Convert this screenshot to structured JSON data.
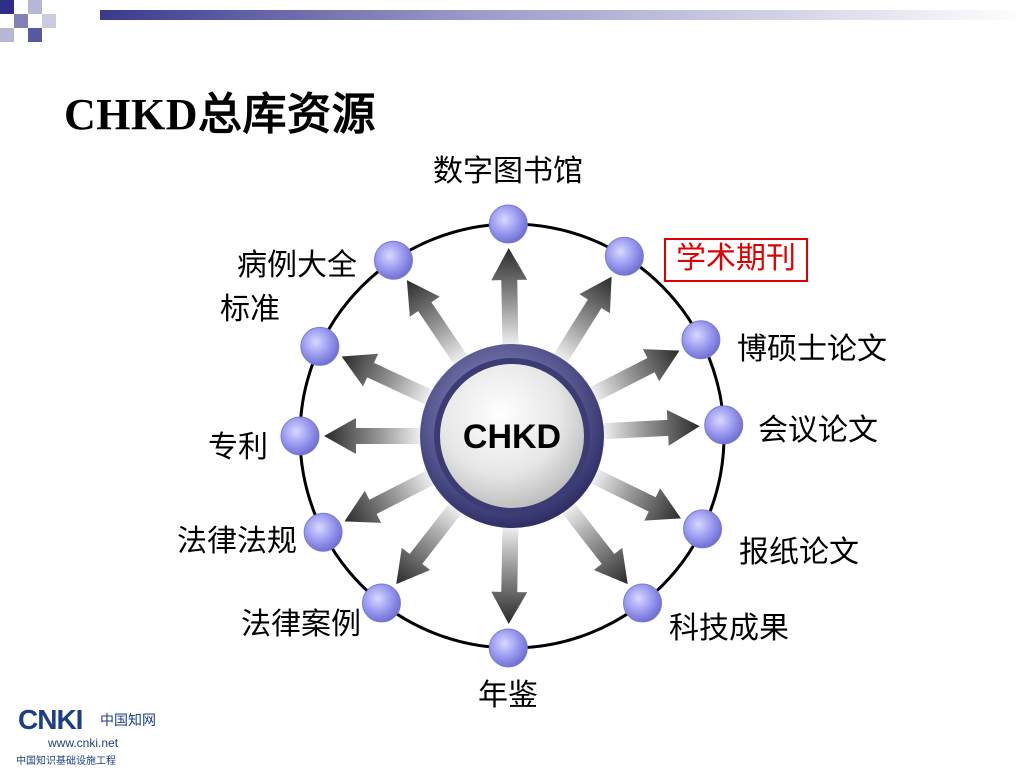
{
  "slide": {
    "title": "CHKD总库资源",
    "center_label": "CHKD"
  },
  "nodes": [
    {
      "id": "digital-library",
      "label": "数字图书馆",
      "highlighted": false
    },
    {
      "id": "journals",
      "label": "学术期刊",
      "highlighted": true
    },
    {
      "id": "dissertations",
      "label": "博硕士论文",
      "highlighted": false
    },
    {
      "id": "conference",
      "label": "会议论文",
      "highlighted": false
    },
    {
      "id": "newspapers",
      "label": "报纸论文",
      "highlighted": false
    },
    {
      "id": "sci-tech",
      "label": "科技成果",
      "highlighted": false
    },
    {
      "id": "yearbook",
      "label": "年鉴",
      "highlighted": false
    },
    {
      "id": "legal-cases",
      "label": "法律案例",
      "highlighted": false
    },
    {
      "id": "laws",
      "label": "法律法规",
      "highlighted": false
    },
    {
      "id": "patents",
      "label": "专利",
      "highlighted": false
    },
    {
      "id": "standards",
      "label": "标准",
      "highlighted": false
    },
    {
      "id": "case-collection",
      "label": "病例大全",
      "highlighted": false
    }
  ],
  "logo": {
    "main": "CNKI",
    "cn": "中国知网",
    "url": "www.cnki.net",
    "sub": "中国知识基础设施工程"
  },
  "colors": {
    "node_fill": "#9a9af0",
    "highlight": "#e00000",
    "ring": "#000000",
    "hub_dark": "#3a3a78",
    "hub_light": "#8a8ac0",
    "corner": "#2e2e8a"
  }
}
